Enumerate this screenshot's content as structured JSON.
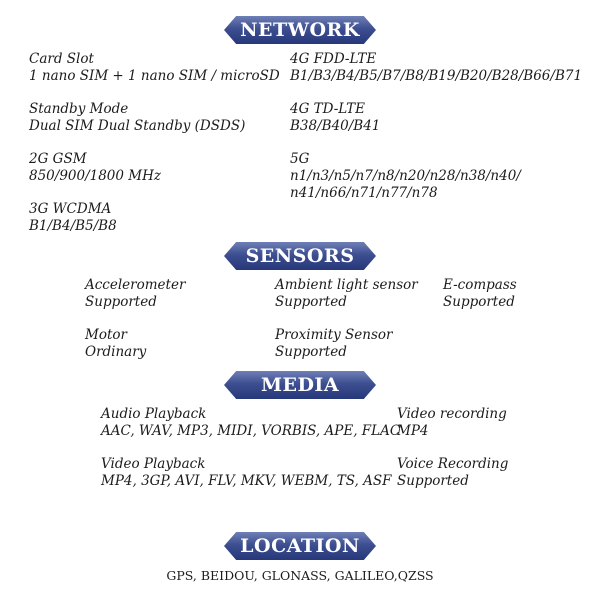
{
  "network": {
    "title": "NETWORK",
    "card_slot": {
      "label": "Card Slot",
      "value": "1 nano SIM + 1 nano SIM / microSD"
    },
    "standby": {
      "label": "Standby Mode",
      "value": "Dual SIM Dual Standby (DSDS)"
    },
    "gsm": {
      "label": "2G GSM",
      "value": "850/900/1800 MHz"
    },
    "wcdma": {
      "label": "3G WCDMA",
      "value": "B1/B4/B5/B8"
    },
    "fdd": {
      "label": "4G FDD-LTE",
      "value": "B1/B3/B4/B5/B7/B8/B19/B20/B28/B66/B71"
    },
    "tdd": {
      "label": "4G TD-LTE",
      "value": "B38/B40/B41"
    },
    "nr": {
      "label": "5G",
      "value_line1": "n1/n3/n5/n7/n8/n20/n28/n38/n40/",
      "value_line2": "n41/n66/n71/n77/n78"
    }
  },
  "sensors": {
    "title": "SENSORS",
    "accelerometer": {
      "label": "Accelerometer",
      "value": "Supported"
    },
    "ambient": {
      "label": "Ambient light sensor",
      "value": "Supported"
    },
    "compass": {
      "label": "E-compass",
      "value": "Supported"
    },
    "motor": {
      "label": "Motor",
      "value": "Ordinary"
    },
    "proximity": {
      "label": "Proximity Sensor",
      "value": "Supported"
    }
  },
  "media": {
    "title": "MEDIA",
    "audio_playback": {
      "label": "Audio Playback",
      "value": "AAC, WAV, MP3, MIDI, VORBIS, APE, FLAC"
    },
    "video_recording": {
      "label": "Video recording",
      "value": "MP4"
    },
    "video_playback": {
      "label": "Video Playback",
      "value": "MP4, 3GP, AVI, FLV, MKV, WEBM, TS, ASF"
    },
    "voice_recording": {
      "label": "Voice Recording",
      "value": "Supported"
    }
  },
  "location": {
    "title": "LOCATION",
    "value": "GPS, BEIDOU, GLONASS, GALILEO,QZSS"
  }
}
